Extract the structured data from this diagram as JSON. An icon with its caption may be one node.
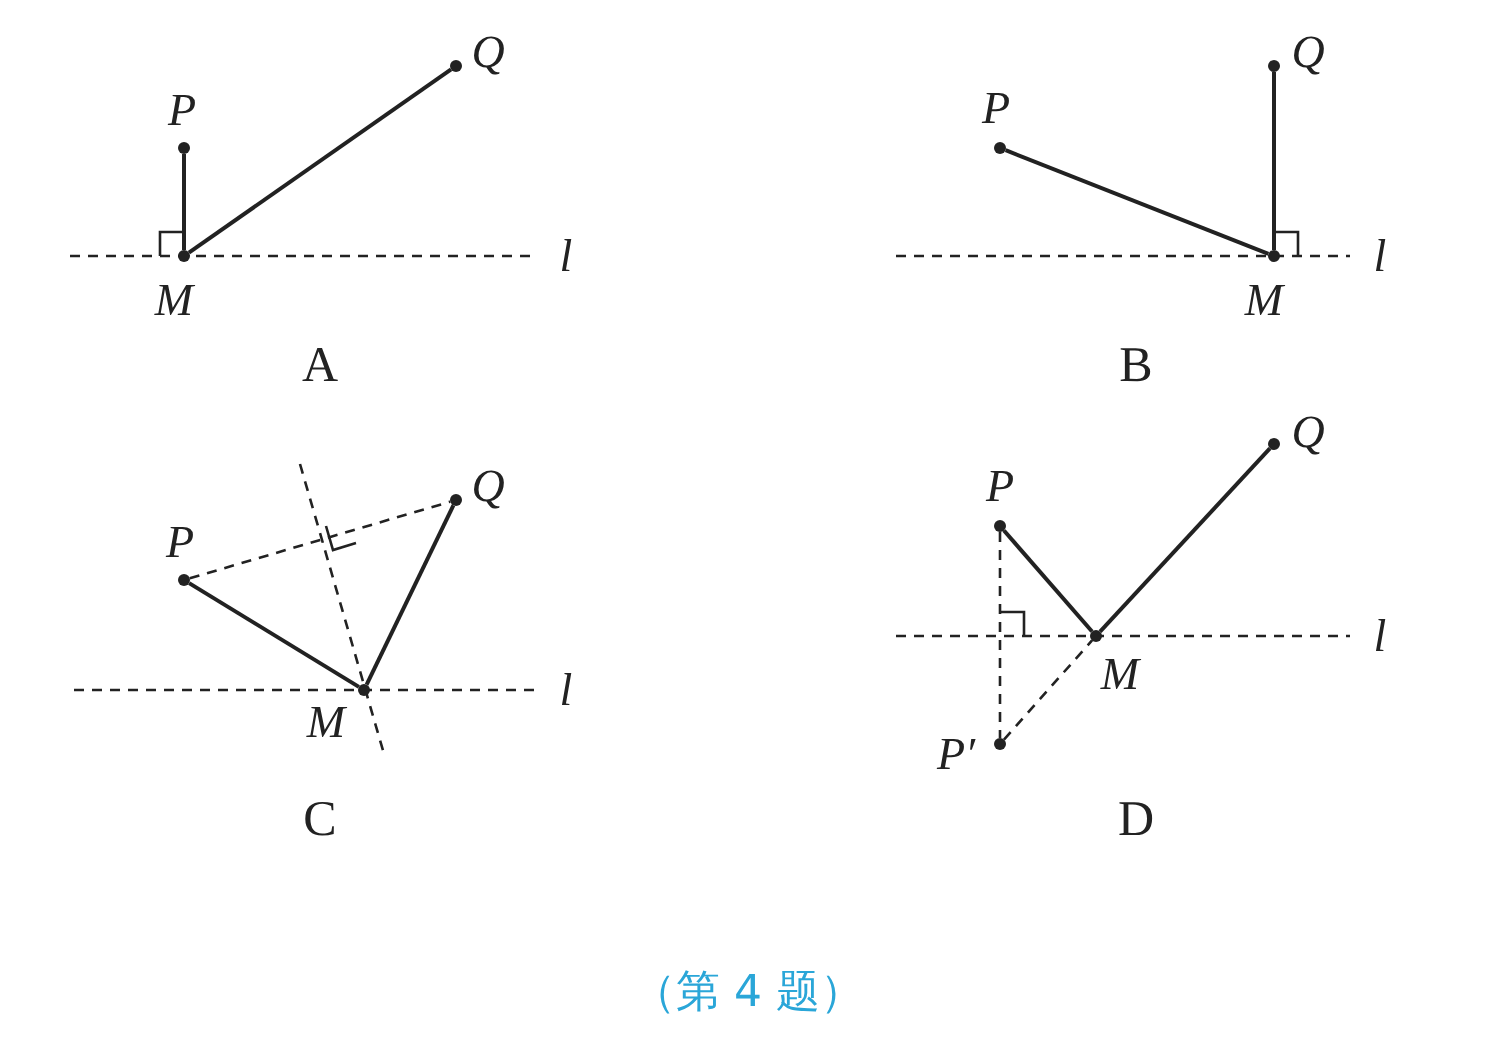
{
  "diagram": {
    "caption": "（第 4 题）",
    "nodes": [
      {
        "text": [],
        "shape": "circle",
        "beside": [
          "P"
        ]
      },
      {
        "text": [],
        "shape": "circle",
        "beside": [
          "M"
        ]
      },
      {
        "text": [],
        "shape": "circle",
        "beside": [
          "Q"
        ]
      },
      {
        "text": [],
        "shape": "circle",
        "beside": [
          "P"
        ]
      },
      {
        "text": [],
        "shape": "circle",
        "beside": [
          "M"
        ]
      },
      {
        "text": [],
        "shape": "circle",
        "beside": [
          "Q"
        ]
      },
      {
        "text": [],
        "shape": "circle",
        "beside": [
          "P"
        ]
      },
      {
        "text": [],
        "shape": "circle",
        "beside": [
          "M"
        ]
      },
      {
        "text": [],
        "shape": "circle",
        "beside": [
          "Q"
        ]
      },
      {
        "text": [],
        "shape": "circle",
        "beside": [
          "P"
        ]
      },
      {
        "text": [],
        "shape": "circle",
        "beside": [
          "M"
        ]
      },
      {
        "text": [],
        "shape": "circle",
        "beside": [
          "Q"
        ]
      },
      {
        "text": [],
        "shape": "circle",
        "beside": [
          "P′"
        ]
      }
    ],
    "edges": [
      {
        "from": 0,
        "to": 1,
        "arrow": "none"
      },
      {
        "from": 1,
        "to": 2,
        "arrow": "none"
      },
      {
        "from": 3,
        "to": 4,
        "arrow": "none"
      },
      {
        "from": 4,
        "to": 5,
        "arrow": "none"
      },
      {
        "from": 6,
        "to": 7,
        "arrow": "none"
      },
      {
        "from": 7,
        "to": 8,
        "arrow": "none"
      },
      {
        "from": 6,
        "to": 8,
        "arrow": "none",
        "style": "dashed"
      },
      {
        "from": 9,
        "to": 10,
        "arrow": "none"
      },
      {
        "from": 10,
        "to": 11,
        "arrow": "none"
      },
      {
        "from": 9,
        "to": 12,
        "arrow": "none",
        "style": "dashed"
      },
      {
        "from": 12,
        "to": 10,
        "arrow": "none",
        "style": "dashed"
      }
    ],
    "labels": [
      "l",
      "A",
      "l",
      "B",
      "l",
      "C",
      "l",
      "D"
    ]
  }
}
